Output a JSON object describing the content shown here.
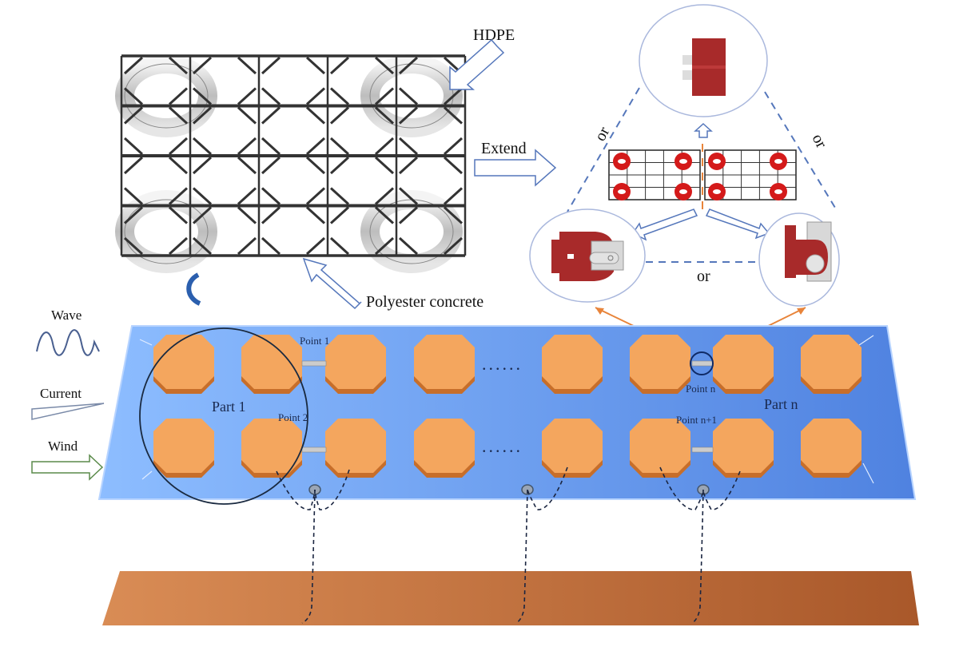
{
  "labels": {
    "hdpe": "HDPE",
    "extend": "Extend",
    "polyester_concrete": "Polyester  concrete",
    "or_left": "or",
    "or_right": "or",
    "or_bottom": "or",
    "wave": "Wave",
    "current": "Current",
    "wind": "Wind",
    "part_1": "Part  1",
    "part_n": "Part  n",
    "point_1": "Point 1",
    "point_2": "Point 2",
    "point_n": "Point n",
    "point_n1": "Point n+1",
    "ellipsis_top": "......",
    "ellipsis_bottom": "......"
  },
  "colors": {
    "platform": "#5b8fe6",
    "platform_light": "#8ab8ff",
    "float": "#f2a35a",
    "float_dark": "#c76e2a",
    "seabed": "#c77a45",
    "connector_red": "#a82a2a",
    "arrow_outline": "#5577bb",
    "orange_line": "#e8843a"
  }
}
